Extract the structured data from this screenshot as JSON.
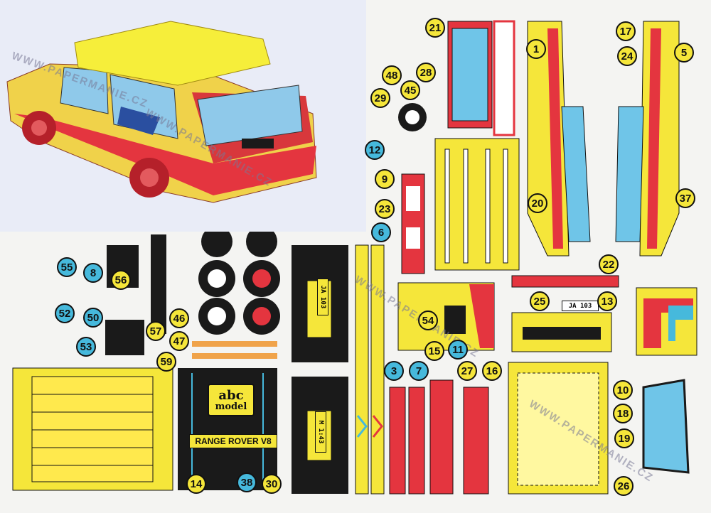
{
  "watermark": "WWW.PAPERMANIE.CZ",
  "branding": {
    "line1": "abc",
    "line2": "model",
    "model_name": "RANGE ROVER V8",
    "scale": "M 1:43"
  },
  "plates": {
    "front": "JA 103",
    "rear_small": "JA 103"
  },
  "colors": {
    "yellow": "#f5e63a",
    "red": "#e4353f",
    "blue": "#46b9dc",
    "black": "#1a1a1a",
    "glass": "#6fc5e8"
  },
  "part_numbers": {
    "yellow": [
      "21",
      "17",
      "1",
      "5",
      "24",
      "48",
      "28",
      "45",
      "29",
      "9",
      "23",
      "20",
      "37",
      "22",
      "25",
      "13",
      "54",
      "15",
      "16",
      "27",
      "10",
      "18",
      "19",
      "26",
      "56",
      "57",
      "59",
      "46",
      "47",
      "14",
      "30"
    ],
    "blue": [
      "12",
      "6",
      "55",
      "8",
      "52",
      "50",
      "53",
      "11",
      "3",
      "7",
      "38"
    ]
  }
}
